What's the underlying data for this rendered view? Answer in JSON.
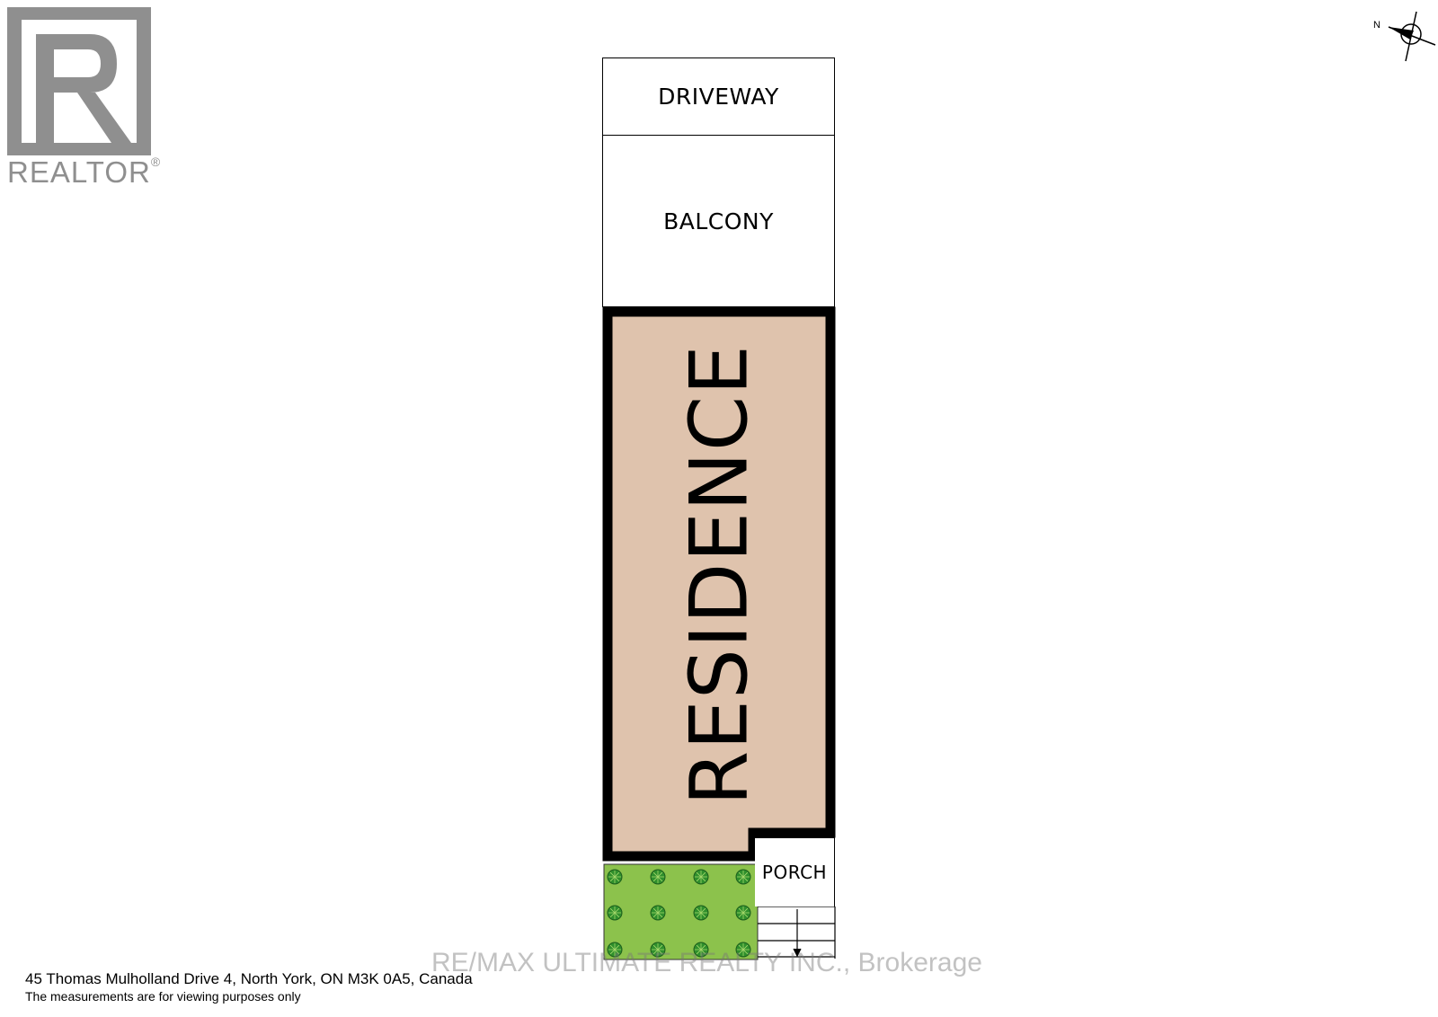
{
  "logo": {
    "text": "REALTOR",
    "mark": "®",
    "color": "#8f8f8f"
  },
  "compass": {
    "label": "N"
  },
  "plan": {
    "driveway": "DRIVEWAY",
    "balcony": "BALCONY",
    "residence": "RESIDENCE",
    "porch": "PORCH",
    "colors": {
      "residence": "#dfc3ad",
      "garden": "#8cc24c",
      "shrub": "#2f8f2c"
    }
  },
  "watermark": "RE/MAX ULTIMATE REALTY INC., Brokerage",
  "footer": {
    "address": "45 Thomas Mulholland Drive 4, North York, ON M3K 0A5, Canada",
    "note": "The measurements are for viewing purposes only"
  }
}
